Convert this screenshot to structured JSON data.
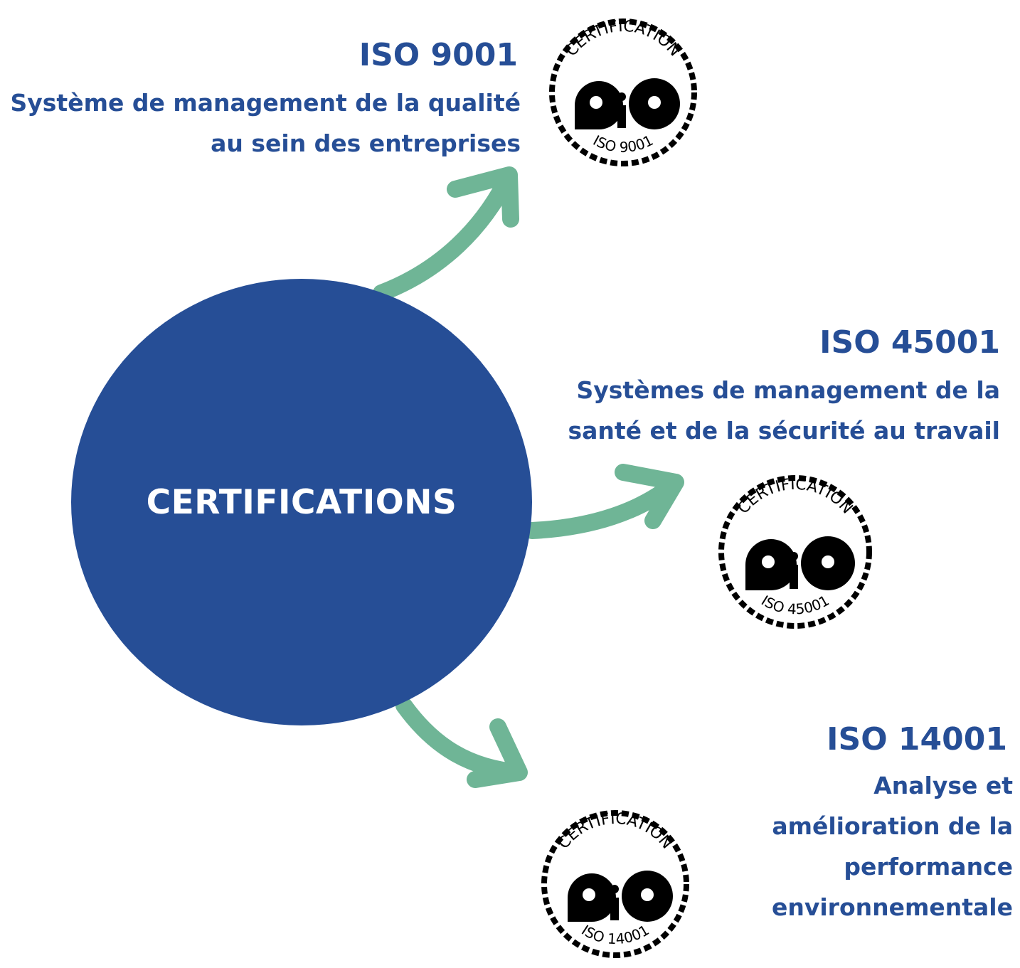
{
  "hub": {
    "label": "CERTIFICATIONS"
  },
  "colors": {
    "hub": "#264e96",
    "arrow": "#6fb596",
    "text": "#264e96",
    "badge": "#000000"
  },
  "certifications": [
    {
      "title": "ISO 9001",
      "description": "Système de management de la qualité au sein des entreprises",
      "badge": {
        "top_text": "CERTIFICATION",
        "bottom_text": "ISO 9001"
      }
    },
    {
      "title": "ISO 45001",
      "description": "Systèmes de management de la santé et de la sécurité au travail",
      "badge": {
        "top_text": "CERTIFICATION",
        "bottom_text": "ISO 45001"
      }
    },
    {
      "title": "ISO 14001",
      "description": "Analyse et amélioration de la performance environnementale",
      "badge": {
        "top_text": "CERTIFICATION",
        "bottom_text": "ISO 14001"
      }
    }
  ]
}
